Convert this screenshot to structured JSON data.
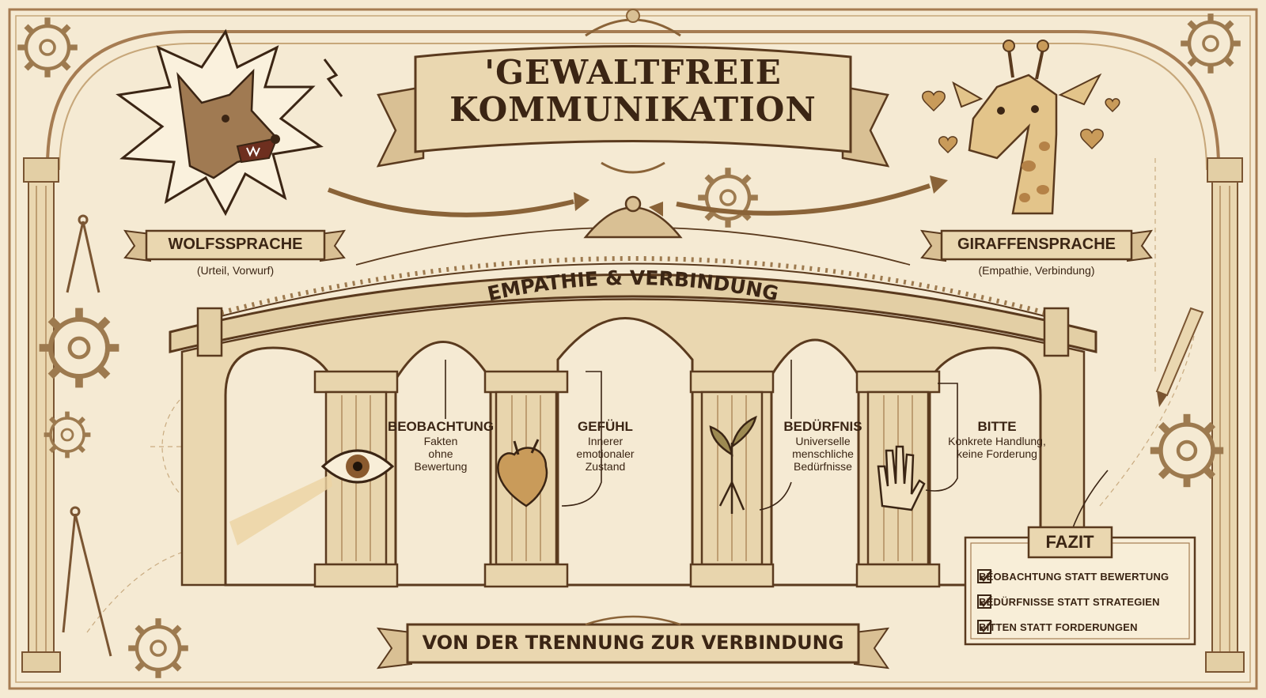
{
  "title": {
    "line1": "'GEWALTFREIE",
    "line2": "KOMMUNIKATION"
  },
  "wolf": {
    "title": "WOLFSSPRACHE",
    "subtitle": "(Urteil, Vorwurf)"
  },
  "giraffe": {
    "title": "GIRAFFENSPRACHE",
    "subtitle": "(Empathie, Verbindung)"
  },
  "bridge_label": "EMPATHIE & VERBINDUNG",
  "pillars": [
    {
      "title": "BEOBACHTUNG",
      "desc": [
        "Fakten",
        "ohne",
        "Bewertung"
      ],
      "icon": "eye-icon"
    },
    {
      "title": "GEFÜHL",
      "desc": [
        "Innerer",
        "emotionaler",
        "Zustand"
      ],
      "icon": "heart-icon"
    },
    {
      "title": "BEDÜRFNIS",
      "desc": [
        "Universelle",
        "menschliche",
        "Bedürfnisse"
      ],
      "icon": "sprout-icon"
    },
    {
      "title": "BITTE",
      "desc": [
        "Konkrete Handlung,",
        "keine Forderung"
      ],
      "icon": "hand-icon"
    }
  ],
  "bottom_banner": "VON DER TRENNUNG ZUR VERBINDUNG",
  "fazit": {
    "title": "FAZIT",
    "items": [
      "BEOBACHTUNG STATT BEWERTUNG",
      "BEDÜRFNISSE STATT STRATEGIEN",
      "BITTEN STATT FORDERUNGEN"
    ]
  },
  "colors": {
    "paper": "#f5ead3",
    "ink": "#3b2514",
    "sepia": "#a67c52",
    "stone": "#e3cfa5",
    "banner": "#ead7b0"
  }
}
